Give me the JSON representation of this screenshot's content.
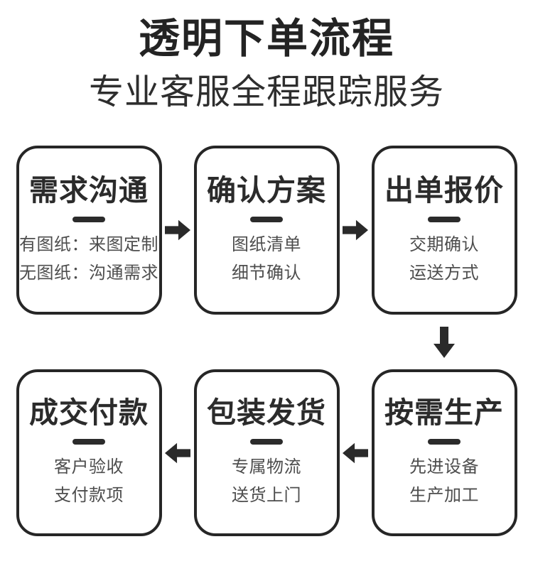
{
  "page": {
    "title": "透明下单流程",
    "subtitle": "专业客服全程跟踪服务"
  },
  "colors": {
    "ink": "#262626",
    "detail_text": "#4d4d4d",
    "background": "#ffffff"
  },
  "steps": [
    {
      "title": "需求沟通",
      "lines": [
        "有图纸：来图定制",
        "无图纸：沟通需求"
      ]
    },
    {
      "title": "确认方案",
      "lines": [
        "图纸清单",
        "细节确认"
      ]
    },
    {
      "title": "出单报价",
      "lines": [
        "交期确认",
        "运送方式"
      ]
    },
    {
      "title": "按需生产",
      "lines": [
        "先进设备",
        "生产加工"
      ]
    },
    {
      "title": "包装发货",
      "lines": [
        "专属物流",
        "送货上门"
      ]
    },
    {
      "title": "成交付款",
      "lines": [
        "客户验收",
        "支付款项"
      ]
    }
  ],
  "flow": {
    "row1_order": [
      "需求沟通",
      "确认方案",
      "出单报价"
    ],
    "row2_order": [
      "成交付款",
      "包装发货",
      "按需生产"
    ],
    "arrow_directions": [
      "right",
      "right",
      "down",
      "left",
      "left"
    ]
  }
}
